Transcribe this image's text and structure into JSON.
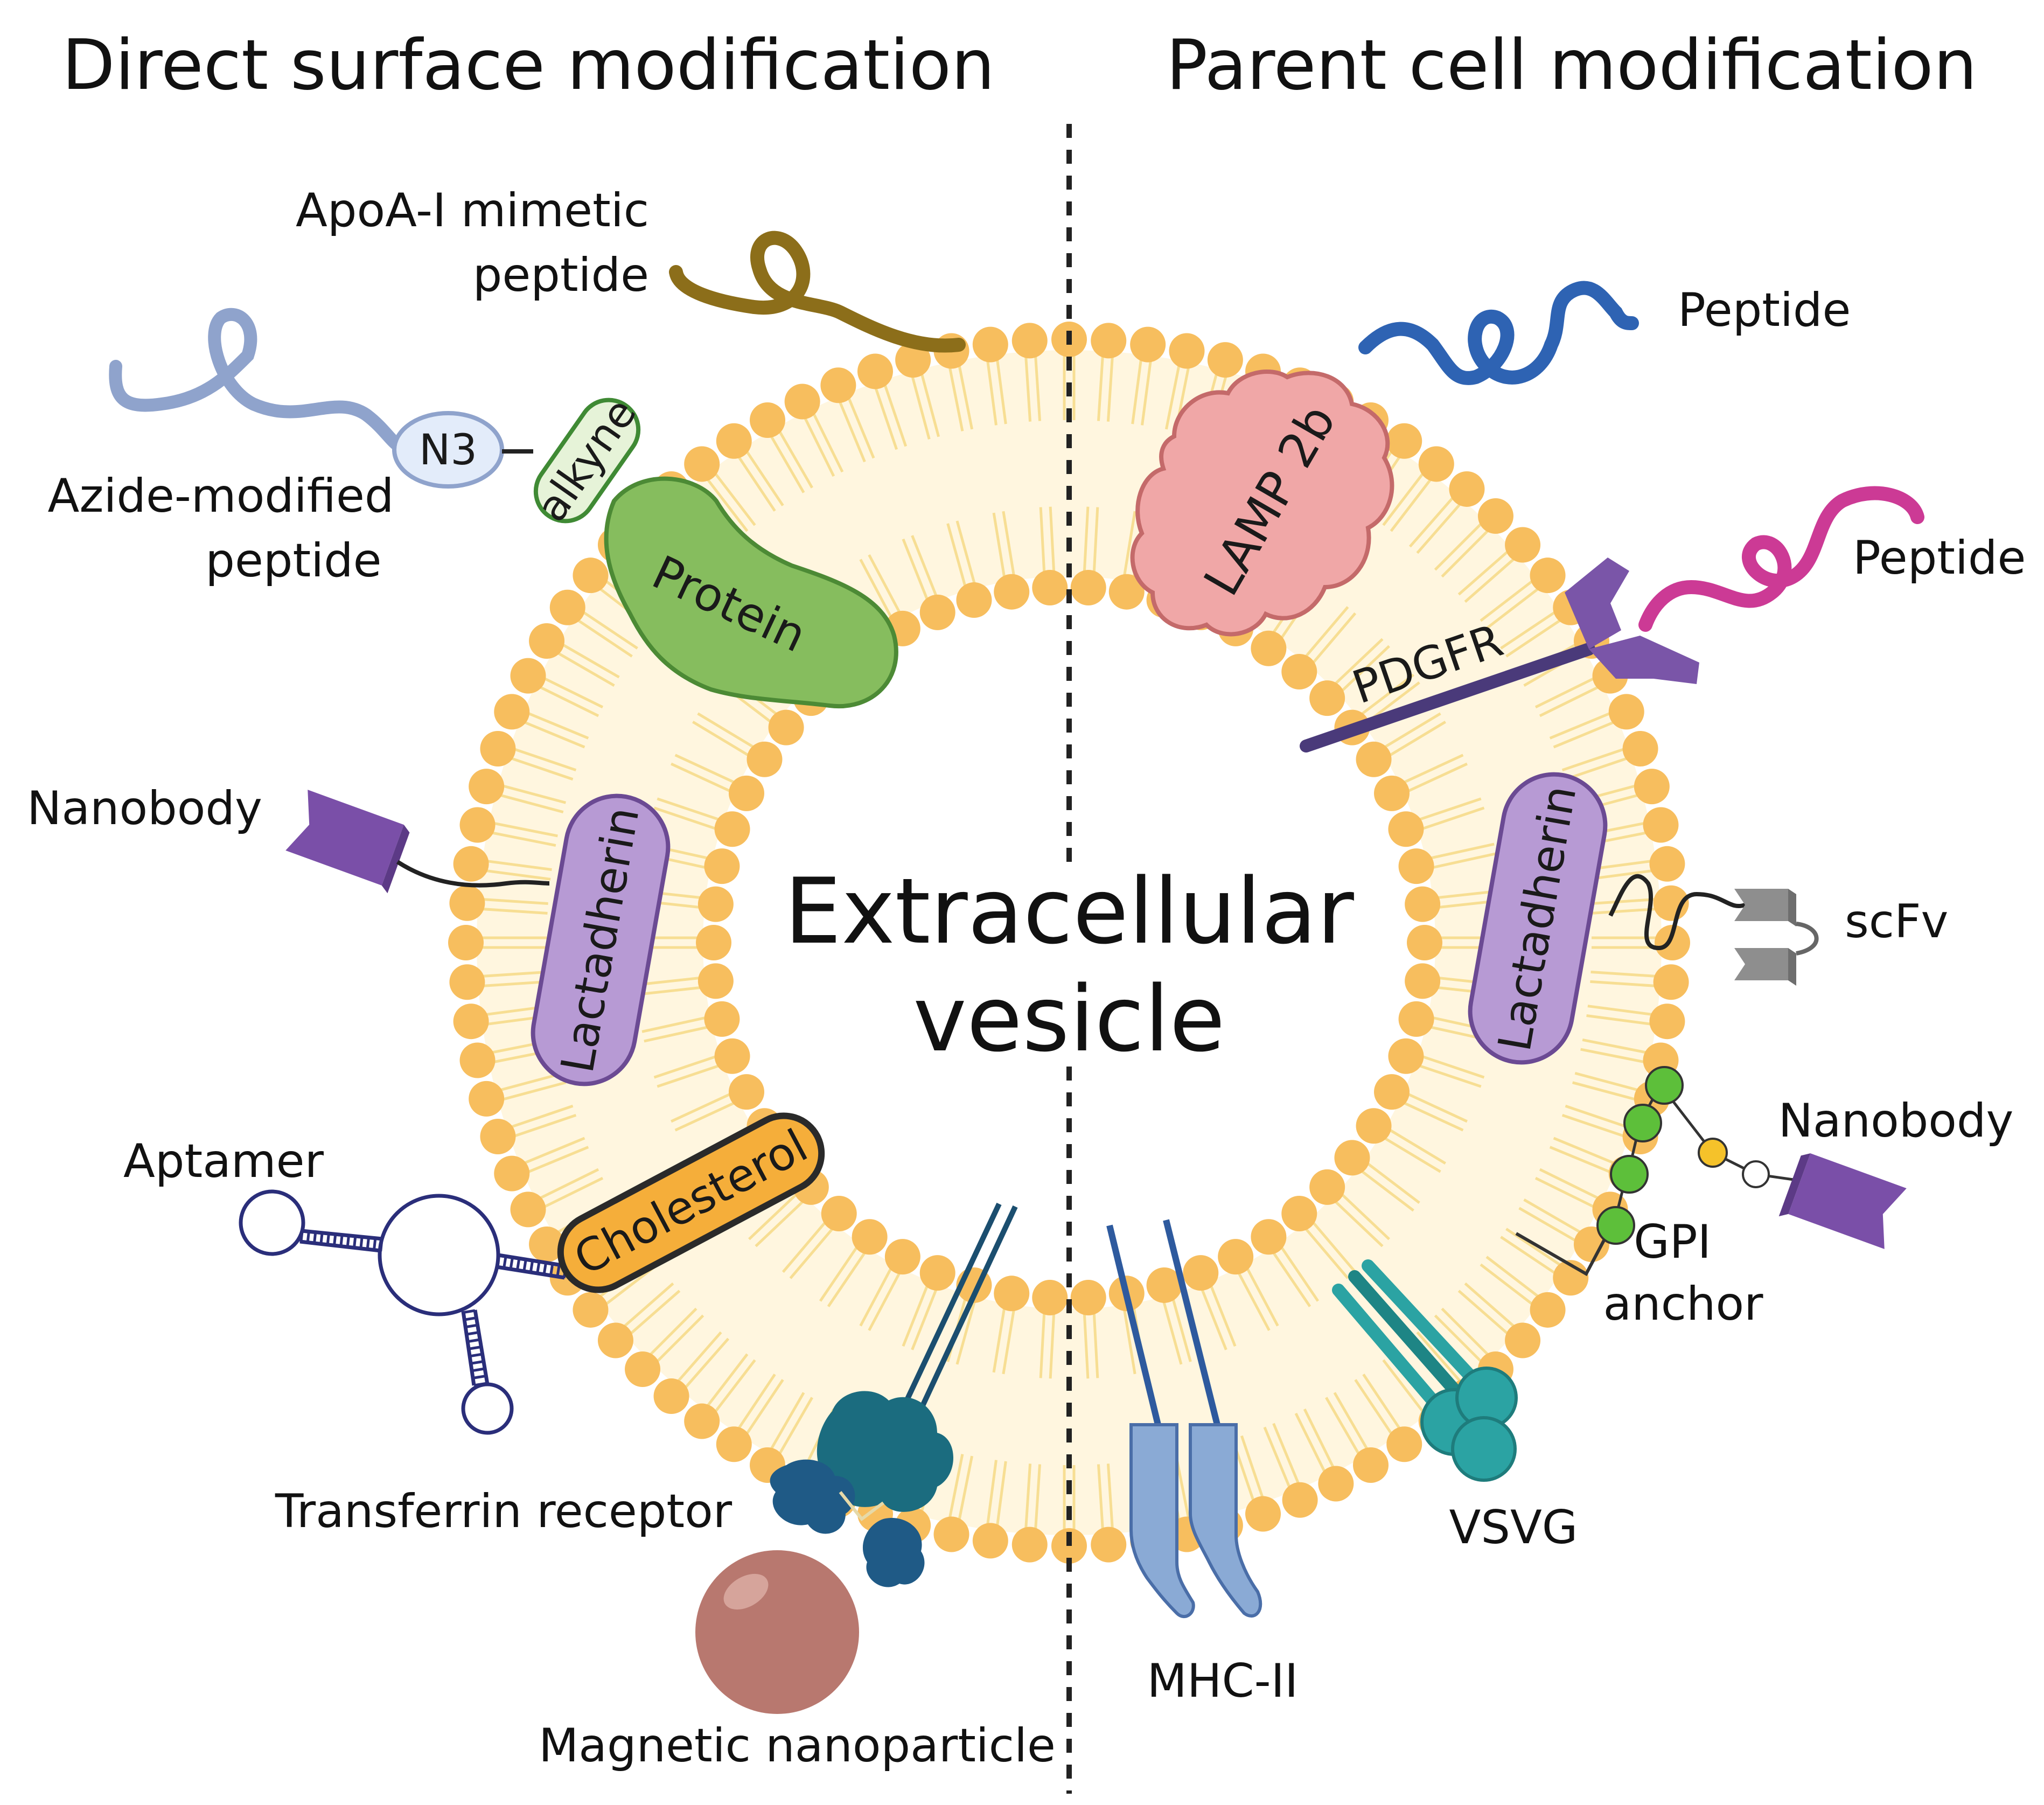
{
  "headers": {
    "left": "Direct surface modification",
    "right": "Parent cell modification"
  },
  "center": {
    "line1": "Extracellular",
    "line2": "vesicle"
  },
  "left_items": {
    "apoa_line1": "ApoA-I mimetic",
    "apoa_line2": "peptide",
    "n3": "N3",
    "alkyne": "alkyne",
    "azide_line1": "Azide-modified",
    "azide_line2": "peptide",
    "protein": "Protein",
    "nanobody": "Nanobody",
    "lactadherin": "Lactadherin",
    "aptamer": "Aptamer",
    "cholesterol": "Cholesterol",
    "transferrin": "Transferrin receptor",
    "magnetic": "Magnetic nanoparticle"
  },
  "right_items": {
    "peptide_top": "Peptide",
    "lamp2b": "LAMP 2b",
    "peptide_pdgfr": "Peptide",
    "pdgfr": "PDGFR",
    "lactadherin": "Lactadherin",
    "scfv": "scFv",
    "nanobody": "Nanobody",
    "gpi_line1": "GPI",
    "gpi_line2": "anchor",
    "vsvg": "VSVG",
    "mhc": "MHC-II"
  },
  "colors": {
    "lipid_head": "#F7BE5E",
    "lipid_tail": "#F7DE93",
    "lactadherin": "#B79AD4",
    "protein": "#86BD5E",
    "lamp2b": "#F0A7A7",
    "cholesterol": "#F5AE3A",
    "nanobody": "#7A4FA8",
    "pdgfr": "#7A55A8",
    "peptide_blue": "#2E63B3",
    "peptide_magenta": "#CC3A95",
    "apoa_peptide": "#8C6E1A",
    "azide_peptide": "#8FA3CC",
    "transferrin": "#1B6C7F",
    "magnetic": "#B8786F",
    "vsvg": "#2BA3A3",
    "mhc": "#8AAAD5",
    "aptamer": "#2A2E7A",
    "gpi_green": "#5DBF3A",
    "gpi_yellow": "#F5C22A",
    "scfv": "#8E8E8E"
  }
}
